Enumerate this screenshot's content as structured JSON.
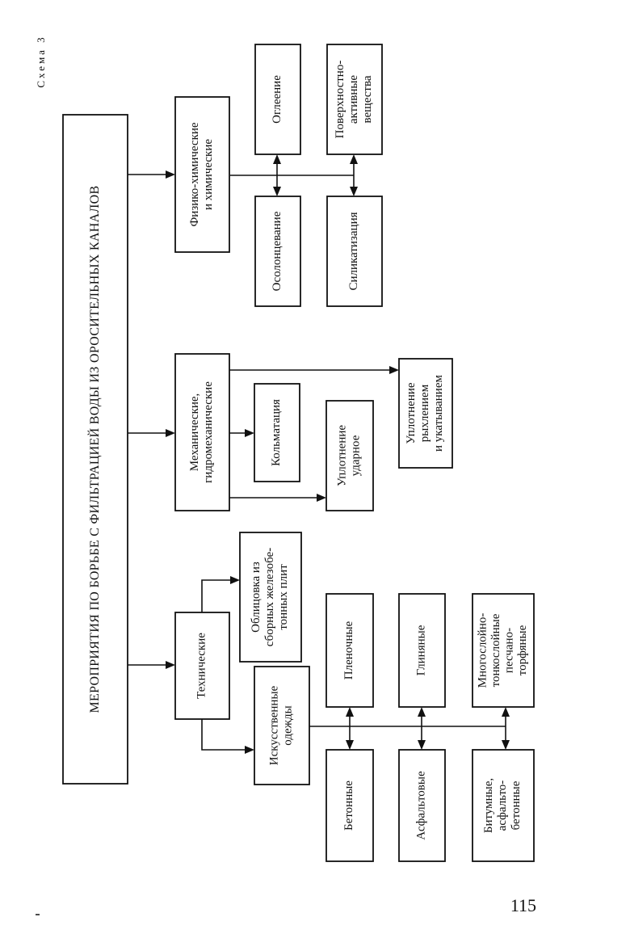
{
  "scheme_label": "Схема 3",
  "page_number": "115",
  "diagram": {
    "root": "МЕРОПРИЯТИЯ ПО БОРЬБЕ С ФИЛЬТРАЦИЕЙ ВОДЫ ИЗ ОРОСИТЕЛЬНЫХ КАНАЛОВ",
    "physchem": {
      "title": [
        "Физико-химические",
        "и химические"
      ],
      "items": {
        "ogleenie": [
          "Оглеение"
        ],
        "surfactants": [
          "Поверхностно-",
          "активные",
          "вещества"
        ],
        "osolontsevanie": [
          "Осолонцевание"
        ],
        "silicatization": [
          "Силикатизация"
        ]
      }
    },
    "mechanical": {
      "title": [
        "Механические,",
        "гидромеханические"
      ],
      "items": {
        "kolmatation": [
          "Кольматация"
        ],
        "compaction_impact": [
          "Уплотнение",
          "ударное"
        ],
        "compaction_rolling": [
          "Уплотнение",
          "рыхлением",
          "и укатыванием"
        ]
      }
    },
    "technical": {
      "title": [
        "Технические"
      ],
      "lining": [
        "Облицовка из",
        "сборных железобе-",
        "тонных плит"
      ],
      "artificial": {
        "title": [
          "Искусственные",
          "одежды"
        ],
        "items": {
          "film": [
            "Пленочные"
          ],
          "clay": [
            "Глиняные"
          ],
          "multilayer": [
            "Многослойно-",
            "тонкослойные",
            "песчано-",
            "торфяные"
          ],
          "concrete": [
            "Бетонные"
          ],
          "asphalt": [
            "Асфальтовые"
          ],
          "bitumen": [
            "Битумные,",
            "асфальто-",
            "бетонные"
          ]
        }
      }
    }
  }
}
